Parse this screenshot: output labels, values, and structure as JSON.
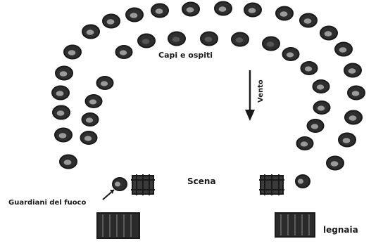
{
  "labels": {
    "capi_ospiti": "Capi e ospiti",
    "vento": "Vento",
    "scena": "Scena",
    "guardiani": "Guardiani del fuoco",
    "legnaia": "legnaia"
  },
  "colors": {
    "ink": "#1a1a1a",
    "paper": "#ffffff",
    "seat_fill": "#2e2e2e",
    "seat_highlight": "#9a9a9a"
  },
  "icons": {
    "seat": "seated-person-icon",
    "fire": "fire-tripod-icon",
    "woodpile": "woodpile-icon",
    "arrow": "wind-arrow-icon"
  }
}
